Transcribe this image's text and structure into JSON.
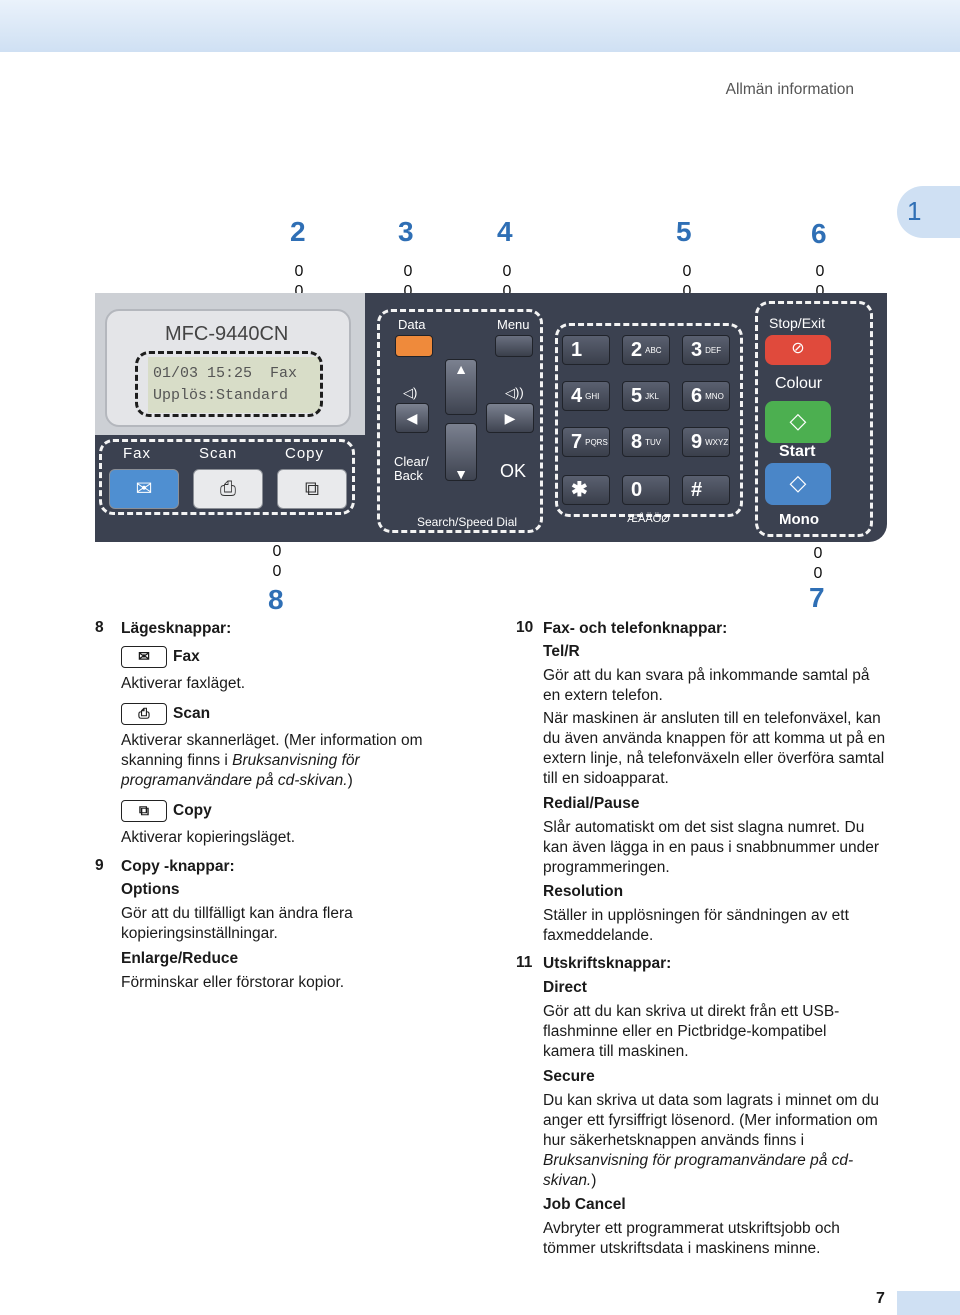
{
  "header": {
    "section": "Allmän information",
    "chapter": "1"
  },
  "callouts": {
    "c2": "2",
    "c3": "3",
    "c4": "4",
    "c5": "5",
    "c6": "6",
    "c7": "7",
    "c8": "8"
  },
  "panel": {
    "model": "MFC-9440CN",
    "lcd_line1": "01/03 15:25  Fax",
    "lcd_line2": "Upplös:Standard",
    "modes": [
      "Fax",
      "Scan",
      "Copy"
    ],
    "data_label": "Data",
    "menu_label": "Menu",
    "clear_back_label": "Clear/\nBack",
    "ok_label": "OK",
    "search_label": "Search/Speed Dial",
    "keys": [
      {
        "d": "1",
        "l": ""
      },
      {
        "d": "2",
        "l": "ABC"
      },
      {
        "d": "3",
        "l": "DEF"
      },
      {
        "d": "4",
        "l": "GHI"
      },
      {
        "d": "5",
        "l": "JKL"
      },
      {
        "d": "6",
        "l": "MNO"
      },
      {
        "d": "7",
        "l": "PQRS"
      },
      {
        "d": "8",
        "l": "TUV"
      },
      {
        "d": "9",
        "l": "WXYZ"
      },
      {
        "d": "✱",
        "l": ""
      },
      {
        "d": "0",
        "l": ""
      },
      {
        "d": "#",
        "l": ""
      }
    ],
    "special_chars": "ÆÅÄÖØ",
    "stop_exit_label": "Stop/Exit",
    "colour_label": "Colour",
    "start_label": "Start",
    "mono_label": "Mono"
  },
  "left": {
    "item8_num": "8",
    "item8_title": "Lägesknappar:",
    "fax_label": "Fax",
    "fax_desc": "Aktiverar faxläget.",
    "scan_label": "Scan",
    "scan_desc_1": "Aktiverar skannerläget. (Mer information om skanning finns i ",
    "scan_desc_italic": "Bruksanvisning för programanvändare på cd-skivan.",
    "scan_desc_2": ")",
    "copy_label": "Copy",
    "copy_desc": "Aktiverar kopieringsläget.",
    "item9_num": "9",
    "item9_title": "Copy -knappar:",
    "options_label": "Options",
    "options_desc": "Gör att du tillfälligt kan ändra flera kopieringsinställningar.",
    "enlarge_label": "Enlarge/Reduce",
    "enlarge_desc": "Förminskar eller förstorar kopior."
  },
  "right": {
    "item10_num": "10",
    "item10_title": "Fax- och telefonknappar:",
    "telr_label": "Tel/R",
    "telr_desc1": "Gör att du kan svara på inkommande samtal på en extern telefon.",
    "telr_desc2": "När maskinen är ansluten till en telefonväxel, kan du även använda knappen för att komma ut på en extern linje, nå telefonväxeln eller överföra samtal till en sidoapparat.",
    "redial_label": "Redial/Pause",
    "redial_desc": "Slår automatiskt om det sist slagna numret. Du kan även lägga in en paus i snabbnummer under programmeringen.",
    "resolution_label": "Resolution",
    "resolution_desc": "Ställer in upplösningen för sändningen av ett faxmeddelande.",
    "item11_num": "11",
    "item11_title": "Utskriftsknappar:",
    "direct_label": "Direct",
    "direct_desc": "Gör att du kan skriva ut direkt från ett USB-flashminne eller en Pictbridge-kompatibel kamera till maskinen.",
    "secure_label": "Secure",
    "secure_desc_1": "Du kan skriva ut data som lagrats i minnet om du anger ett fyrsiffrigt lösenord. (Mer information om hur säkerhetsknappen används finns i ",
    "secure_desc_italic": "Bruksanvisning för programanvändare på cd-skivan.",
    "secure_desc_2": ")",
    "jobcancel_label": "Job Cancel",
    "jobcancel_desc": "Avbryter ett programmerat utskriftsjobb och tömmer utskriftsdata i maskinens minne."
  },
  "footer": {
    "page_number": "7"
  },
  "icons": {
    "fax": "fax-machine-icon",
    "scan": "scanner-icon",
    "copy": "copier-icon"
  }
}
